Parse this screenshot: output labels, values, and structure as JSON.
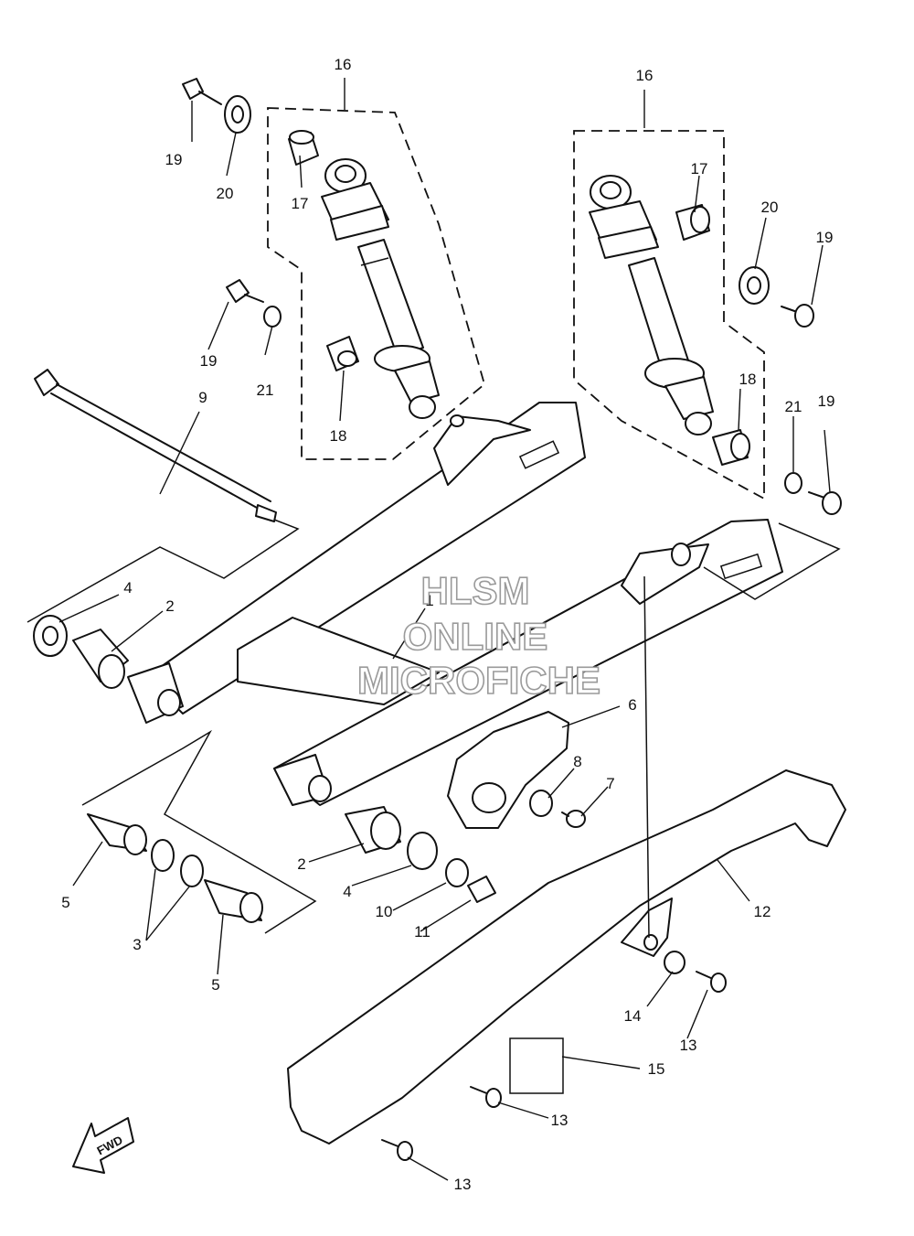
{
  "watermark": {
    "line1": "HLSM",
    "line2": "ONLINE",
    "line3": "MICROFICHE"
  },
  "fwd_label": "FWD",
  "callouts": {
    "c1": "1",
    "c2a": "2",
    "c2b": "2",
    "c3": "3",
    "c4a": "4",
    "c4b": "4",
    "c5a": "5",
    "c5b": "5",
    "c6": "6",
    "c7": "7",
    "c8": "8",
    "c9": "9",
    "c10": "10",
    "c11": "11",
    "c12": "12",
    "c13a": "13",
    "c13b": "13",
    "c13c": "13",
    "c14": "14",
    "c15": "15",
    "c16a": "16",
    "c16b": "16",
    "c17a": "17",
    "c17b": "17",
    "c18a": "18",
    "c18b": "18",
    "c19a": "19",
    "c19b": "19",
    "c19c": "19",
    "c19d": "19",
    "c20a": "20",
    "c20b": "20",
    "c21a": "21",
    "c21b": "21"
  }
}
